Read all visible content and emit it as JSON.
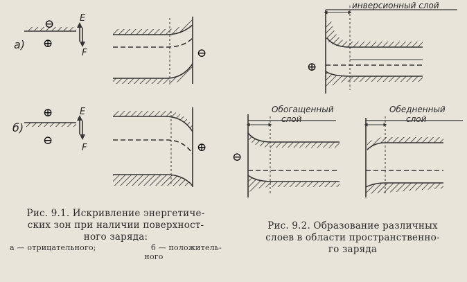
{
  "fig1": {
    "row_a": {
      "label": "а)",
      "surface_charge": "⊖",
      "bulk_charge": "⊕",
      "band_charge": "⊖"
    },
    "row_b": {
      "label": "б)",
      "surface_charge": "⊕",
      "bulk_charge": "⊖",
      "band_charge": "⊕"
    },
    "field_e": "E",
    "field_f": "F",
    "caption": {
      "line1": "Рис. 9.1. Искривление энергетиче-",
      "line2": "ских зон при наличии поверхност-",
      "line3": "ного заряда:",
      "sub_a": "а — отрицательного;",
      "sub_b": "б — положитель-",
      "sub_c": "ного"
    }
  },
  "fig2": {
    "inversion": {
      "label": "инверсионный слой",
      "charge": "⊕"
    },
    "accumulation": {
      "label_line1": "Обогащенный",
      "label_line2": "слой",
      "charge": "⊖"
    },
    "depletion": {
      "label_line1": "Обедненный",
      "label_line2": "слой"
    },
    "caption": {
      "line1": "Рис. 9.2. Образование различных",
      "line2": "слоев в области пространственно-",
      "line3": "го заряда"
    }
  }
}
